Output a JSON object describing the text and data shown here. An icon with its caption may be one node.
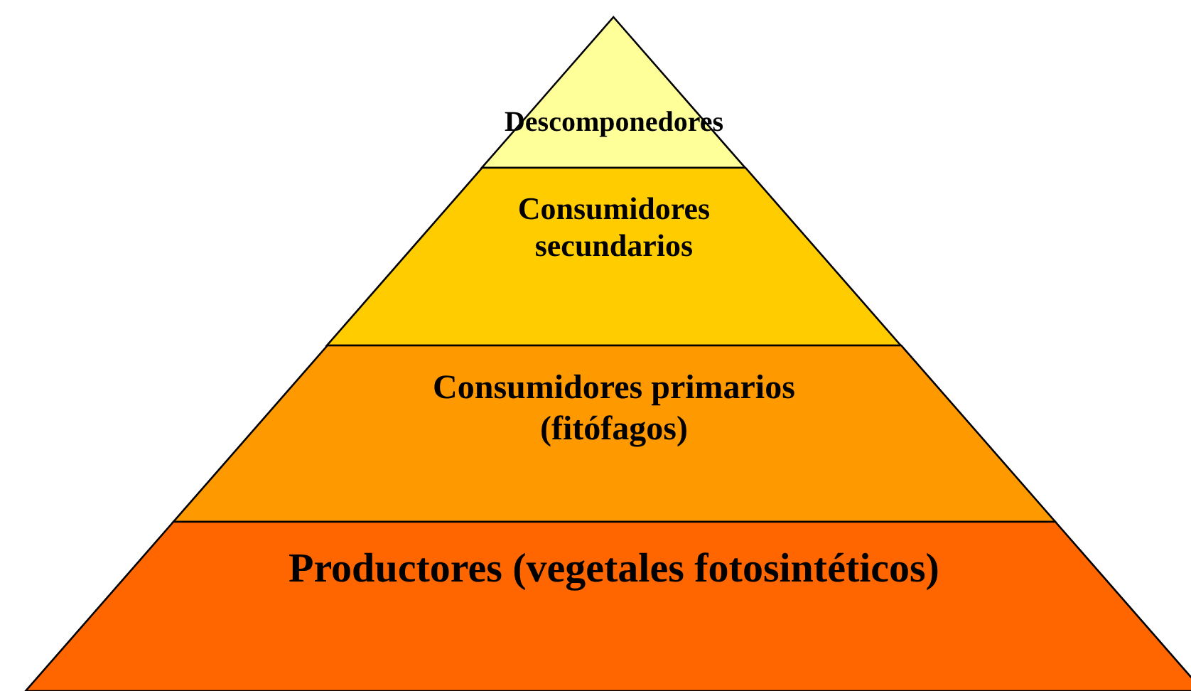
{
  "diagram": {
    "nodes": [
      {
        "text": [
          "Descomponedores"
        ]
      },
      {
        "text": [
          "Consumidores secundarios"
        ]
      },
      {
        "text": [
          "Consumidores primarios (fitófagos)"
        ]
      },
      {
        "text": [
          "Productores (vegetales fotosintéticos)"
        ]
      }
    ]
  }
}
